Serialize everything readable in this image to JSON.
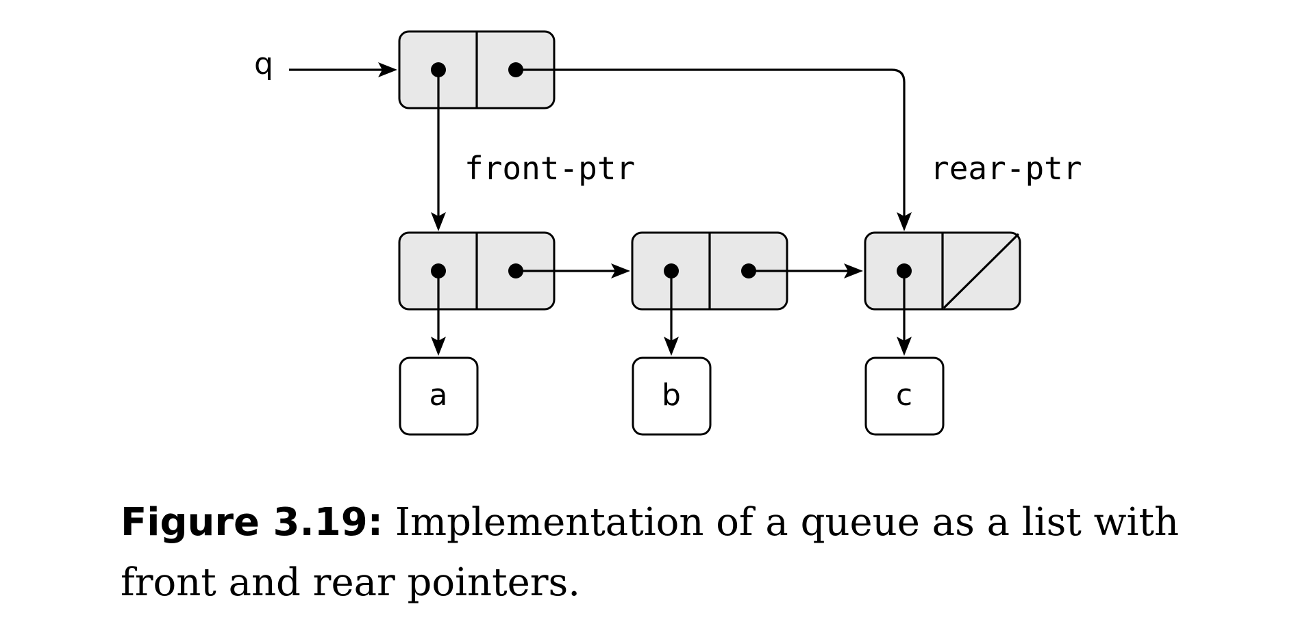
{
  "diagram": {
    "queue_variable": "q",
    "front_pointer_label": "front-ptr",
    "rear_pointer_label": "rear-ptr",
    "list": [
      "a",
      "b",
      "c"
    ],
    "last_cell_cdr": "empty"
  },
  "caption": {
    "label": "Figure 3.19:",
    "text": "Implementation of a queue as a list with front and rear pointers."
  }
}
